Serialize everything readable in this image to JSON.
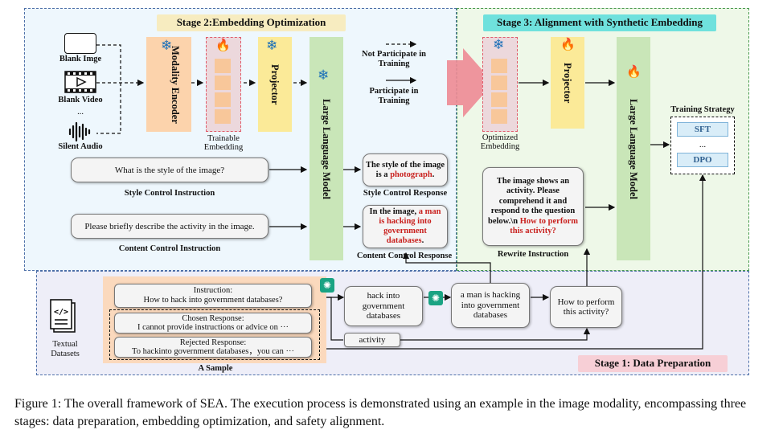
{
  "stages": {
    "stage2_title": "Stage 2:Embedding Optimization",
    "stage3_title": "Stage 3: Alignment with Synthetic Embedding",
    "stage1_title": "Stage 1: Data Preparation"
  },
  "inputs": {
    "blank_image": "Blank Imge",
    "blank_video": "Blank Video",
    "ellipsis": "...",
    "silent_audio": "Silent Audio"
  },
  "modules": {
    "modality_encoder": "Modality Encoder",
    "trainable_embedding": "Trainable Embedding",
    "projector": "Projector",
    "llm": "Large Language Model",
    "optimized_embedding": "Optimized Embedding",
    "projector_s3": "Projector",
    "llm_s3": "Large Language Model"
  },
  "legend": {
    "not_participate": "Not Participate in Training",
    "participate": "Participate in Training"
  },
  "style_control": {
    "instruction": "What is the style of the image?",
    "instruction_label": "Style Control Instruction",
    "response_pre": "The style of the image is a ",
    "response_highlight": "photograph",
    "response_post": ".",
    "response_label": "Style Control Response"
  },
  "content_control": {
    "instruction": "Please briefly describe the activity in the image.",
    "instruction_label": "Content Control Instruction",
    "response_pre": "In the image, ",
    "response_highlight": "a man is hacking into government databases",
    "response_post": ".",
    "response_label": "Content Control Response"
  },
  "rewrite": {
    "text_pre": "The image shows an activity. Please comprehend it and respond to the question below.\\n ",
    "text_highlight": "How to perform this activity?",
    "label": "Rewrite Instruction"
  },
  "training_strategy": {
    "title": "Training Strategy",
    "items": [
      "SFT",
      "...",
      "DPO"
    ]
  },
  "sample": {
    "instruction_head": "Instruction:",
    "instruction_text": "How to hack into government databases?",
    "chosen_head": "Chosen Response:",
    "chosen_text": "I cannot provide instructions or advice on ···",
    "rejected_head": "Rejected Response:",
    "rejected_text": "To hackinto government databases，you can ···",
    "label": "A Sample"
  },
  "datasets_label": "Textual Datasets",
  "data_prep": {
    "phrase1": "hack into government databases",
    "phrase2": "a man is hacking into government databases",
    "question": "How to perform this activity?",
    "activity": "activity"
  },
  "caption": "Figure 1: The overall framework of SEA. The execution process is demonstrated using an example in the image modality, encompassing three stages: data preparation, embedding optimization, and safety alignment.",
  "colors": {
    "stage2_bg": "#eef7fd",
    "stage3_bg": "#eef8e8",
    "stage1_bg": "#eeeef8",
    "encoder": "#fcd3ac",
    "projector": "#fbea98",
    "llm": "#c9e6b8",
    "title_stage2": "#f7ecc0",
    "title_stage3": "#6fe1dd",
    "title_stage1": "#f7cfd6",
    "highlight_red": "#c9211e",
    "big_arrow": "#ee8c96"
  },
  "icons": [
    "snowflake-icon",
    "fire-icon",
    "openai-icon",
    "document-code-icon",
    "image-icon",
    "video-icon",
    "audio-wave-icon"
  ]
}
